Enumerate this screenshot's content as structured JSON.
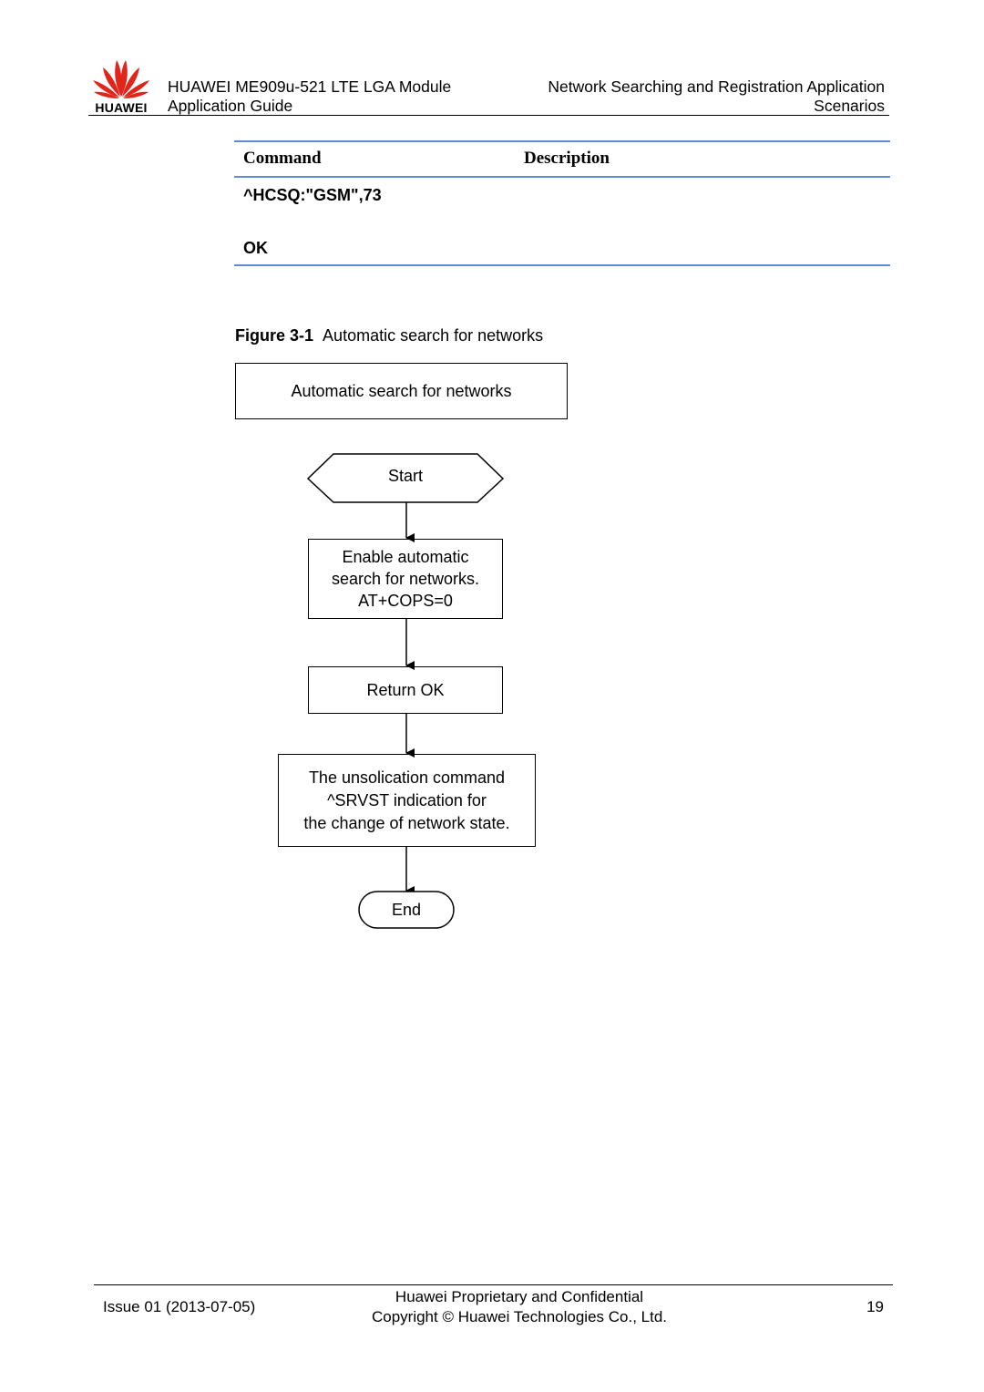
{
  "header": {
    "brand": "HUAWEI",
    "doc_title_line1": "HUAWEI ME909u-521 LTE LGA Module",
    "doc_title_line2": "Application Guide",
    "section_line1": "Network Searching and Registration Application",
    "section_line2": "Scenarios",
    "logo_color": "#e1251b"
  },
  "table": {
    "col_command": "Command",
    "col_description": "Description",
    "rows": [
      "^HCSQ:\"GSM\",73",
      "OK"
    ],
    "rule_color": "#5b8ed6"
  },
  "figure": {
    "label": "Figure 3-1",
    "caption": "Automatic search for networks",
    "title_box": "Automatic search for networks",
    "steps": {
      "start": "Start",
      "enable": [
        "Enable automatic",
        "search for networks.",
        "AT+COPS=0"
      ],
      "return_ok": "Return OK",
      "unsolicited": [
        "The unsolication command",
        "^SRVST indication for",
        "the change of network state."
      ],
      "end": "End"
    }
  },
  "footer": {
    "issue": "Issue 01 (2013-07-05)",
    "line1": "Huawei Proprietary and Confidential",
    "line2": "Copyright © Huawei Technologies Co., Ltd.",
    "page": "19"
  }
}
